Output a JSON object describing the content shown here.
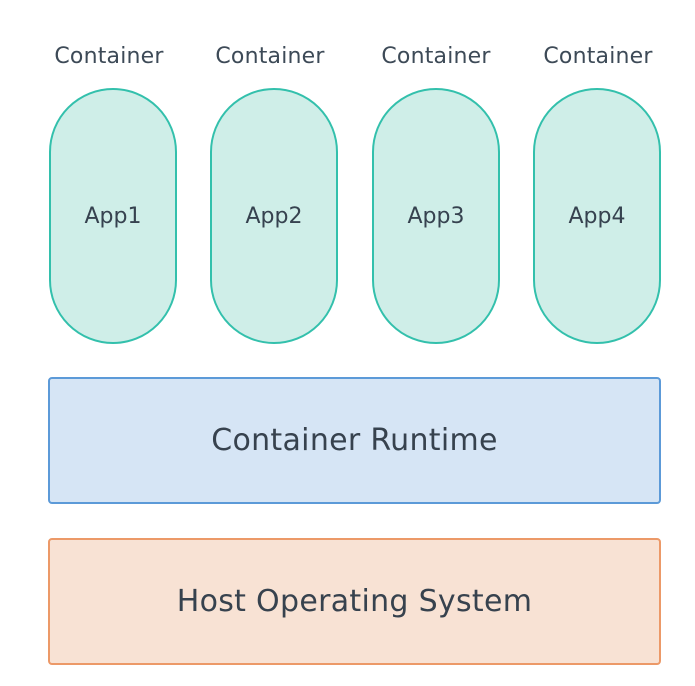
{
  "containers": [
    {
      "label": "Container",
      "app": "App1"
    },
    {
      "label": "Container",
      "app": "App2"
    },
    {
      "label": "Container",
      "app": "App3"
    },
    {
      "label": "Container",
      "app": "App4"
    }
  ],
  "runtime": {
    "label": "Container Runtime"
  },
  "host_os": {
    "label": "Host Operating System"
  },
  "colors": {
    "container_fill": "#cfeee8",
    "container_border": "#33c0ac",
    "runtime_fill": "#d6e5f5",
    "runtime_border": "#5c9ad8",
    "host_fill": "#f8e2d4",
    "host_border": "#ec9968"
  }
}
